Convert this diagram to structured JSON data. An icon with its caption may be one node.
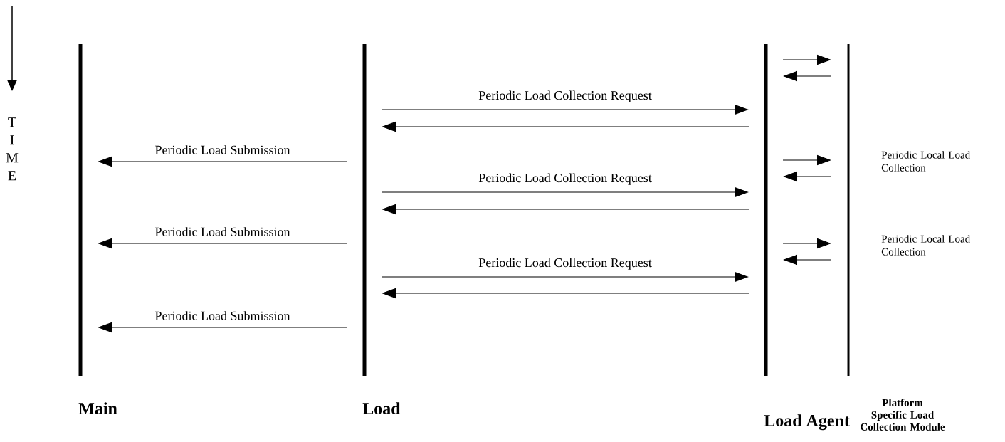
{
  "diagram": {
    "nodes": [
      {
        "text": [
          "Main"
        ]
      },
      {
        "text": [
          "Load"
        ]
      },
      {
        "text": [
          "Load Agent"
        ]
      },
      {
        "text": [
          "Platform Specific Load Collection Module"
        ]
      }
    ],
    "edges": [
      {
        "from": 2,
        "to": 3,
        "arrow": "to"
      },
      {
        "from": 3,
        "to": 2,
        "arrow": "to"
      },
      {
        "from": 1,
        "to": 2,
        "arrow": "to",
        "label": "Periodic Load Collection Request"
      },
      {
        "from": 2,
        "to": 1,
        "arrow": "to"
      },
      {
        "from": 1,
        "to": 0,
        "arrow": "to",
        "label": "Periodic Load Submission"
      },
      {
        "from": 2,
        "to": 3,
        "arrow": "to"
      },
      {
        "from": 3,
        "to": 2,
        "arrow": "to"
      },
      {
        "from": 1,
        "to": 2,
        "arrow": "to",
        "label": "Periodic Load Collection Request"
      },
      {
        "from": 2,
        "to": 1,
        "arrow": "to"
      },
      {
        "from": 1,
        "to": 0,
        "arrow": "to",
        "label": "Periodic Load Submission"
      },
      {
        "from": 2,
        "to": 3,
        "arrow": "to"
      },
      {
        "from": 3,
        "to": 2,
        "arrow": "to"
      },
      {
        "from": 1,
        "to": 2,
        "arrow": "to",
        "label": "Periodic Load Collection Request"
      },
      {
        "from": 2,
        "to": 1,
        "arrow": "to"
      },
      {
        "from": 1,
        "to": 0,
        "arrow": "to",
        "label": "Periodic Load Submission"
      }
    ],
    "labels": [
      "T I M E",
      "Periodic Local Load Collection",
      "Periodic Local Load Collection"
    ]
  }
}
